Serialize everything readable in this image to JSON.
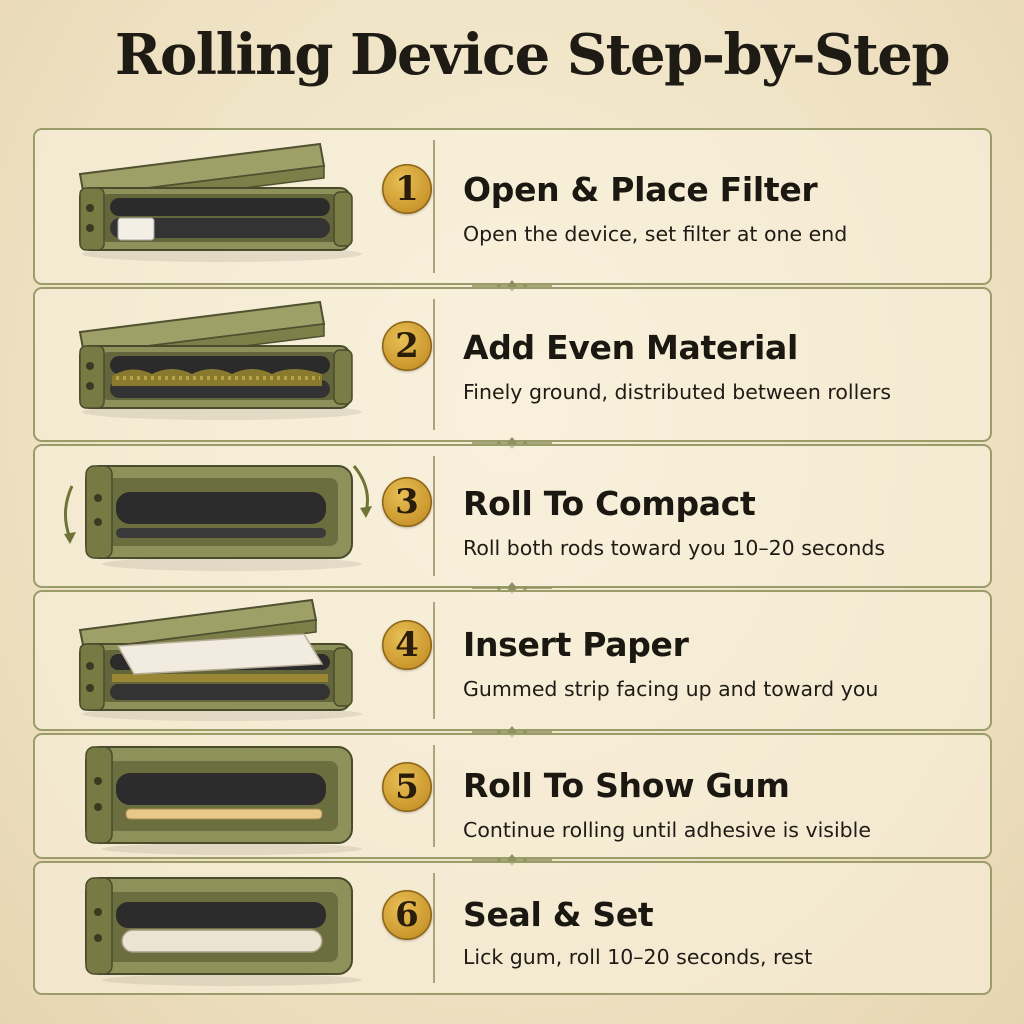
{
  "title": "Rolling Device Step-by-Step",
  "colors": {
    "background": "#f1e5c8",
    "panel_border": "#9a9c6a",
    "badge_gold": "#d2a13a",
    "device_olive": "#8a8d55",
    "roller_dark": "#2b2b2b",
    "arrow_green": "#6e7436"
  },
  "steps": [
    {
      "number": "1",
      "title": "Open & Place Filter",
      "description": "Open the device, set filter at one end"
    },
    {
      "number": "2",
      "title": "Add Even Material",
      "description": "Finely ground, distributed between rollers"
    },
    {
      "number": "3",
      "title": "Roll To Compact",
      "description": "Roll both rods toward you 10–20 seconds"
    },
    {
      "number": "4",
      "title": "Insert Paper",
      "description": "Gummed strip facing up and toward you"
    },
    {
      "number": "5",
      "title": "Roll To Show Gum",
      "description": "Continue rolling until adhesive is visible"
    },
    {
      "number": "6",
      "title": "Seal & Set",
      "description": "Lick gum, roll 10–20 seconds, rest"
    }
  ],
  "illustrations": [
    "rolling-device-open-with-filter",
    "rolling-device-open-with-material",
    "rolling-device-closed-with-rotation-arrows",
    "rolling-device-open-with-paper",
    "rolling-device-closed-showing-gum-strip",
    "rolling-device-closed-sealed"
  ]
}
